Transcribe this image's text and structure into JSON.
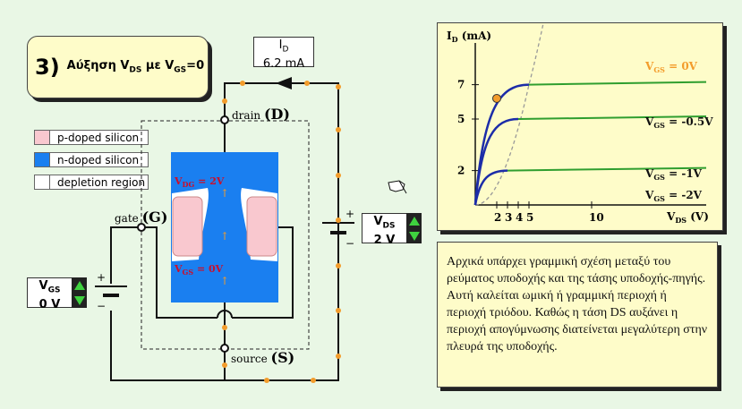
{
  "title": {
    "number": "3)",
    "text_main": "Αύξηση V",
    "text_sub1": "DS",
    "text_mid": "με V",
    "text_sub2": "GS",
    "text_end": "=0"
  },
  "legend": [
    {
      "label": "p-doped silicon",
      "color": "#f9c8cf"
    },
    {
      "label": "n-doped silicon",
      "color": "#1a7ff0"
    },
    {
      "label": "depletion region",
      "color": "#ffffff"
    }
  ],
  "current_box": {
    "label": "I",
    "label_sub": "D",
    "value": "6.2 mA"
  },
  "terminals": {
    "drain": {
      "label": "drain",
      "letter": "(D)"
    },
    "gate": {
      "label": "gate",
      "letter": "(G)"
    },
    "source": {
      "label": "source",
      "letter": "(S)"
    }
  },
  "channel_labels": {
    "vdg": "V",
    "vdg_sub": "DG",
    "vdg_val": " = 2V",
    "vgs": "V",
    "vgs_sub": "GS",
    "vgs_val": " = 0V"
  },
  "vds_control": {
    "label": "V",
    "label_sub": "DS",
    "value": "2 V",
    "plus": "+",
    "minus": "−"
  },
  "vgs_control": {
    "label": "V",
    "label_sub": "GS",
    "value": "0 V",
    "plus": "+",
    "minus": "−"
  },
  "colors": {
    "wire": "#111111",
    "dot": "#f39c2b",
    "curve": "#1c2ca8",
    "sat": "#2f9e2f",
    "operating_point": "#f39c2b"
  },
  "chart_data": {
    "type": "line",
    "ylabel": "I",
    "ylabel_sub": "D",
    "ylabel_unit": " (mA)",
    "xlabel": "V",
    "xlabel_sub": "DS",
    "xlabel_unit": " (V)",
    "x_ticks": [
      "2",
      "3",
      "4",
      "5",
      "10"
    ],
    "y_ticks": [
      "7",
      "5",
      "2"
    ],
    "series": [
      {
        "name": "V",
        "name_sub": "GS",
        "name_val": " = 0V",
        "sat_current": 7.0,
        "vsat": 5
      },
      {
        "name": "V",
        "name_sub": "GS",
        "name_val": " = -0.5V",
        "sat_current": 5.0,
        "vsat": 4
      },
      {
        "name": "V",
        "name_sub": "GS",
        "name_val": " = -1V",
        "sat_current": 2.0,
        "vsat": 3
      },
      {
        "name": "V",
        "name_sub": "GS",
        "name_val": " = -2V",
        "sat_current": 0,
        "vsat": 0
      }
    ],
    "operating_point": {
      "x": 2,
      "y": 6.2
    }
  },
  "description": "Αρχικά υπάρχει γραμμική σχέση μεταξύ του ρεύματος υποδοχής και της τάσης υποδοχής-πηγής. Αυτή καλείται ωμική ή γραμμική περιοχή ή περιοχή τριόδου. Καθώς η τάση DS αυξάνει η περιοχή απογύμνωσης διατείνεται μεγαλύτερη στην πλευρά της υποδοχής."
}
